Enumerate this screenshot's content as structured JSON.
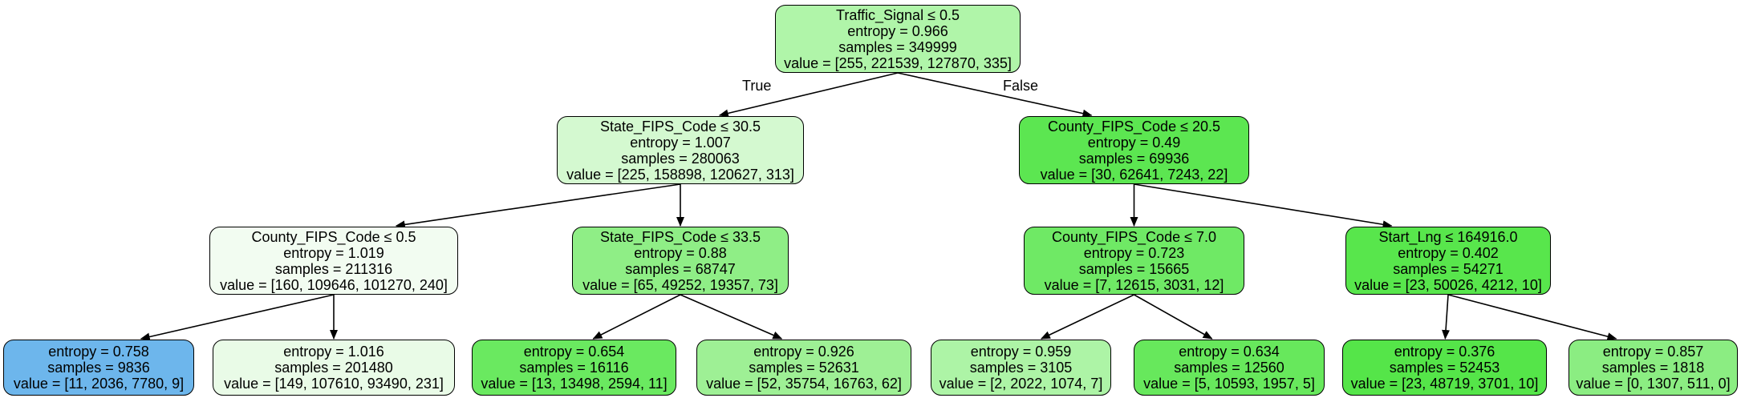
{
  "nodes": [
    {
      "id": "n0",
      "condition": "Traffic_Signal ≤ 0.5",
      "entropy": "entropy = 0.966",
      "samples": "samples = 349999",
      "value": "value = [255, 221539, 127870, 335]",
      "fill": "#b0f5a9"
    },
    {
      "id": "n1",
      "condition": "State_FIPS_Code ≤ 30.5",
      "entropy": "entropy = 1.007",
      "samples": "samples = 280063",
      "value": "value = [225, 158898, 120627, 313]",
      "fill": "#d4f9d0"
    },
    {
      "id": "n2",
      "condition": "County_FIPS_Code ≤ 20.5",
      "entropy": "entropy = 0.49",
      "samples": "samples = 69936",
      "value": "value = [30, 62641, 7243, 22]",
      "fill": "#5ce651"
    },
    {
      "id": "n3",
      "condition": "County_FIPS_Code ≤ 0.5",
      "entropy": "entropy = 1.019",
      "samples": "samples = 211316",
      "value": "value = [160, 109646, 101270, 240]",
      "fill": "#f2fcf1"
    },
    {
      "id": "n4",
      "condition": "State_FIPS_Code ≤ 33.5",
      "entropy": "entropy = 0.88",
      "samples": "samples = 68747",
      "value": "value = [65, 49252, 19357, 73]",
      "fill": "#8fee86"
    },
    {
      "id": "n5",
      "condition": "County_FIPS_Code ≤ 7.0",
      "entropy": "entropy = 0.723",
      "samples": "samples = 15665",
      "value": "value = [7, 12615, 3031, 12]",
      "fill": "#6fe965"
    },
    {
      "id": "n6",
      "condition": "Start_Lng ≤ 164916.0",
      "entropy": "entropy = 0.402",
      "samples": "samples = 54271",
      "value": "value = [23, 50026, 4212, 10]",
      "fill": "#58e64c"
    },
    {
      "id": "n7",
      "condition": "",
      "entropy": "entropy = 0.758",
      "samples": "samples = 9836",
      "value": "value = [11, 2036, 7780, 9]",
      "fill": "#6db6ec"
    },
    {
      "id": "n8",
      "condition": "",
      "entropy": "entropy = 1.016",
      "samples": "samples = 201480",
      "value": "value = [149, 107610, 93490, 231]",
      "fill": "#e9fbe7"
    },
    {
      "id": "n9",
      "condition": "",
      "entropy": "entropy = 0.654",
      "samples": "samples = 16116",
      "value": "value = [13, 13498, 2594, 11]",
      "fill": "#6ae960"
    },
    {
      "id": "n10",
      "condition": "",
      "entropy": "entropy = 0.926",
      "samples": "samples = 52631",
      "value": "value = [52, 35754, 16763, 62]",
      "fill": "#9ef095"
    },
    {
      "id": "n11",
      "condition": "",
      "entropy": "entropy = 0.959",
      "samples": "samples = 3105",
      "value": "value = [2, 2022, 1074, 7]",
      "fill": "#adf4a6"
    },
    {
      "id": "n12",
      "condition": "",
      "entropy": "entropy = 0.634",
      "samples": "samples = 12560",
      "value": "value = [5, 10593, 1957, 5]",
      "fill": "#67e85c"
    },
    {
      "id": "n13",
      "condition": "",
      "entropy": "entropy = 0.376",
      "samples": "samples = 52453",
      "value": "value = [23, 48719, 3701, 10]",
      "fill": "#55e549"
    },
    {
      "id": "n14",
      "condition": "",
      "entropy": "entropy = 0.857",
      "samples": "samples = 1818",
      "value": "value = [0, 1307, 511, 0]",
      "fill": "#8bed82"
    }
  ],
  "edges": [
    {
      "from": "n0",
      "to": "n1"
    },
    {
      "from": "n0",
      "to": "n2"
    },
    {
      "from": "n1",
      "to": "n3"
    },
    {
      "from": "n1",
      "to": "n4"
    },
    {
      "from": "n2",
      "to": "n5"
    },
    {
      "from": "n2",
      "to": "n6"
    },
    {
      "from": "n3",
      "to": "n7"
    },
    {
      "from": "n3",
      "to": "n8"
    },
    {
      "from": "n4",
      "to": "n9"
    },
    {
      "from": "n4",
      "to": "n10"
    },
    {
      "from": "n5",
      "to": "n11"
    },
    {
      "from": "n5",
      "to": "n12"
    },
    {
      "from": "n6",
      "to": "n13"
    },
    {
      "from": "n6",
      "to": "n14"
    }
  ],
  "edge_labels": {
    "true_label": "True",
    "false_label": "False"
  }
}
